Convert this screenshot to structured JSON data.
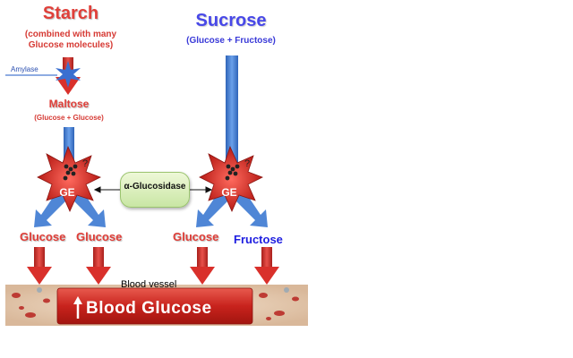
{
  "starch": {
    "title": "Starch",
    "subtitle": "(combined with many Glucose molecules)"
  },
  "sucrose": {
    "title": "Sucrose",
    "subtitle": "(Glucose + Fructose)"
  },
  "amylase": "Amylase",
  "maltose": {
    "title": "Maltose",
    "subtitle": "(Glucose + Glucose)"
  },
  "ge_left": "GE",
  "ge_right": "GE",
  "enzyme": "α-Glucosidase",
  "products": {
    "glucose1": "Glucose",
    "glucose2": "Glucose",
    "glucose3": "Glucose",
    "fructose": "Fructose"
  },
  "blood_vessel": "Blood vessel",
  "blood_glucose": "Blood Glucose",
  "colors": {
    "red": "#e0403a",
    "blue": "#4848e8",
    "arrow_blue": "#4f86d6",
    "arrow_red": "#d9302b"
  }
}
